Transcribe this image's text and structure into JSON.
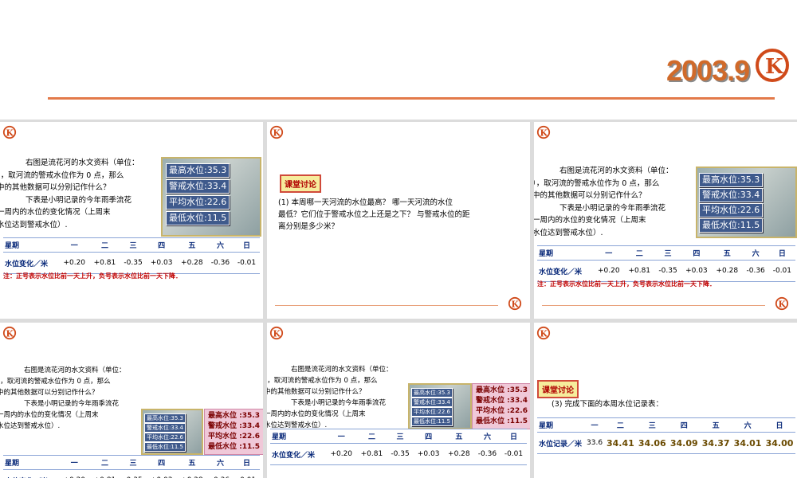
{
  "header": {
    "year": "2003.9"
  },
  "text": {
    "p1": "右图是流花河的水文资料（单位：",
    "p2": "），取河流的警戒水位作为 0 点，那么",
    "p3": "中的其他数据可以分别记作什么？",
    "p4": "下表是小明记录的今年雨季流花",
    "p5": "一周内的水位的变化情况（上周末",
    "p6": "水位达到警戒水位）."
  },
  "water_levels": [
    {
      "label": "最高水位",
      "value": "35.3"
    },
    {
      "label": "警戒水位",
      "value": "33.4"
    },
    {
      "label": "平均水位",
      "value": "22.6"
    },
    {
      "label": "最低水位",
      "value": "11.5"
    }
  ],
  "table": {
    "header": [
      "星期",
      "一",
      "二",
      "三",
      "四",
      "五",
      "六",
      "日"
    ],
    "row_label": "水位变化／米",
    "values": [
      "+0.20",
      "+0.81",
      "-0.35",
      "+0.03",
      "+0.28",
      "-0.36",
      "-0.01"
    ]
  },
  "note": "注：正号表示水位比前一天上升，负号表示水位比前一天下降．",
  "discussion": {
    "tag": "课堂讨论",
    "q1": "(1) 本周哪一天河流的水位最高？ 哪一天河流的水位\n最低？它们位于警戒水位之上还是之下？ 与警戒水位的距\n离分别是多少米？",
    "q3": "(3) 完成下面的本周水位记录表："
  },
  "record_table": {
    "header": [
      "星期",
      "一",
      "二",
      "三",
      "四",
      "五",
      "六",
      "日"
    ],
    "row_label": "水位记录／米",
    "values": [
      "33.6",
      "34.41",
      "34.06",
      "34.09",
      "34.37",
      "34.01",
      "34.00"
    ]
  }
}
